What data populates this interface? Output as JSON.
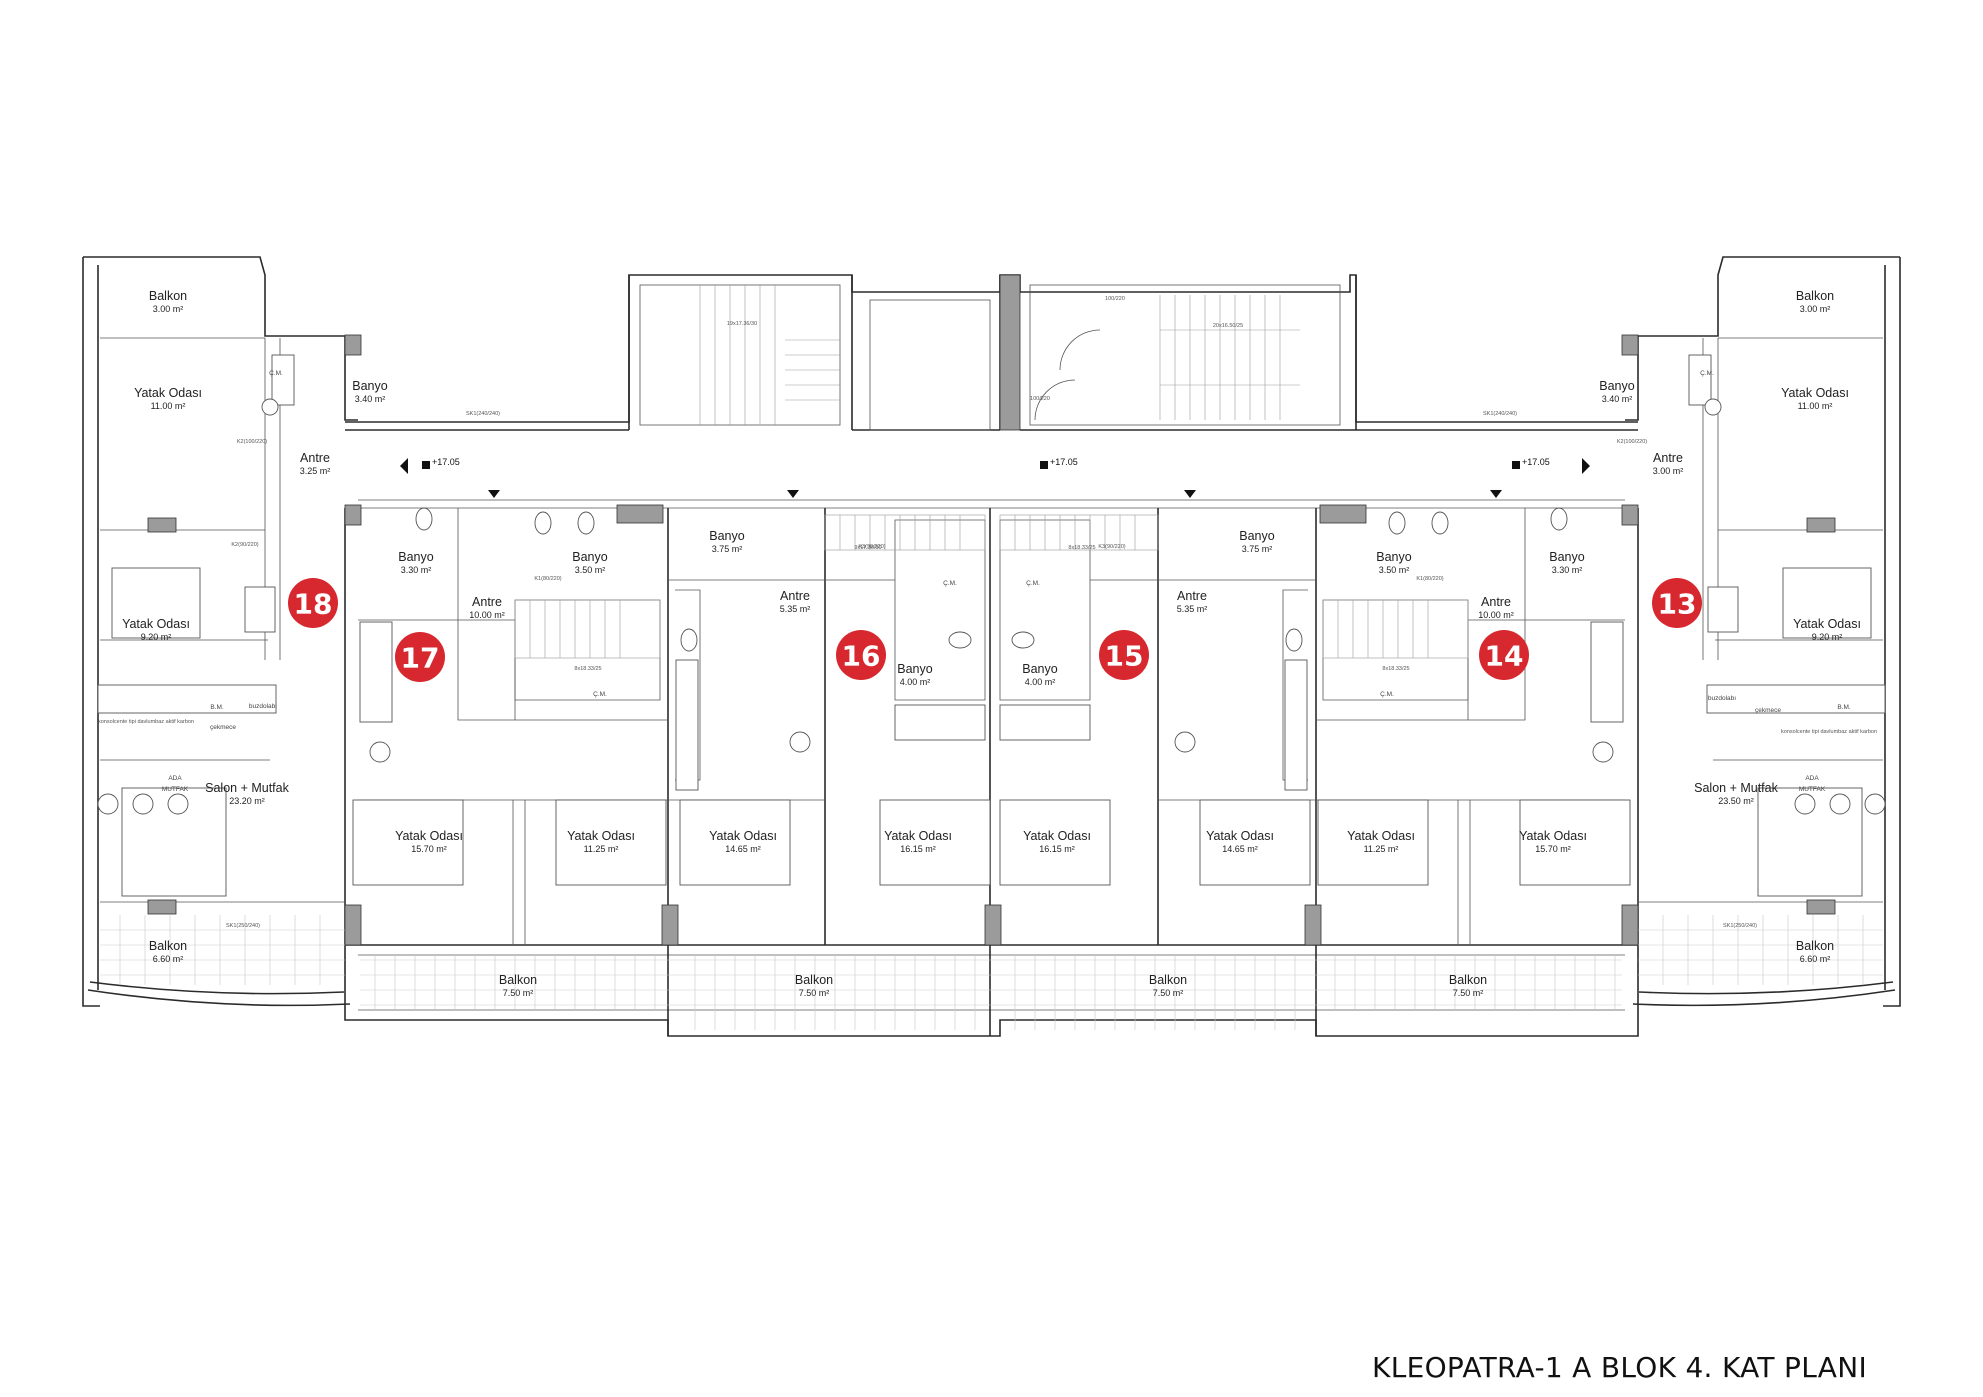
{
  "title": "KLEOPATRA-1 A BLOK 4. KAT PLANI",
  "elevation_mark": "+17.05",
  "colors": {
    "badge": "#d8282f",
    "wall": "#2b2b2b",
    "column": "#9b9b9b"
  },
  "units": [
    {
      "no": "18"
    },
    {
      "no": "17"
    },
    {
      "no": "16"
    },
    {
      "no": "15"
    },
    {
      "no": "14"
    },
    {
      "no": "13"
    }
  ],
  "rooms": [
    {
      "name": "Balkon",
      "area": "3.00 m²"
    },
    {
      "name": "Yatak Odası",
      "area": "11.00 m²"
    },
    {
      "name": "Banyo",
      "area": "3.40 m²"
    },
    {
      "name": "Antre",
      "area": "3.25 m²"
    },
    {
      "name": "Yatak Odası",
      "area": "9.20 m²"
    },
    {
      "name": "Salon + Mutfak",
      "area": "23.20 m²"
    },
    {
      "name": "Balkon",
      "area": "6.60 m²"
    },
    {
      "name": "Banyo",
      "area": "3.30 m²"
    },
    {
      "name": "Antre",
      "area": "10.00 m²"
    },
    {
      "name": "Banyo",
      "area": "3.50 m²"
    },
    {
      "name": "Yatak Odası",
      "area": "15.70 m²"
    },
    {
      "name": "Yatak Odası",
      "area": "11.25 m²"
    },
    {
      "name": "Balkon",
      "area": "7.50 m²"
    },
    {
      "name": "Banyo",
      "area": "3.75 m²"
    },
    {
      "name": "Antre",
      "area": "5.35 m²"
    },
    {
      "name": "Yatak Odası",
      "area": "14.65 m²"
    },
    {
      "name": "Balkon",
      "area": "7.50 m²"
    },
    {
      "name": "Banyo",
      "area": "4.00 m²"
    },
    {
      "name": "Yatak Odası",
      "area": "16.15 m²"
    },
    {
      "name": "Banyo",
      "area": "4.00 m²"
    },
    {
      "name": "Yatak Odası",
      "area": "16.15 m²"
    },
    {
      "name": "Balkon",
      "area": "7.50 m²"
    },
    {
      "name": "Antre",
      "area": "5.35 m²"
    },
    {
      "name": "Banyo",
      "area": "3.75 m²"
    },
    {
      "name": "Yatak Odası",
      "area": "14.65 m²"
    },
    {
      "name": "Banyo",
      "area": "3.50 m²"
    },
    {
      "name": "Antre",
      "area": "10.00 m²"
    },
    {
      "name": "Yatak Odası",
      "area": "11.25 m²"
    },
    {
      "name": "Balkon",
      "area": "7.50 m²"
    },
    {
      "name": "Banyo",
      "area": "3.30 m²"
    },
    {
      "name": "Yatak Odası",
      "area": "15.70 m²"
    },
    {
      "name": "Balkon",
      "area": "3.00 m²"
    },
    {
      "name": "Banyo",
      "area": "3.40 m²"
    },
    {
      "name": "Yatak Odası",
      "area": "11.00 m²"
    },
    {
      "name": "Antre",
      "area": "3.00 m²"
    },
    {
      "name": "Yatak Odası",
      "area": "9.20 m²"
    },
    {
      "name": "Salon + Mutfak",
      "area": "23.50 m²"
    },
    {
      "name": "Balkon",
      "area": "6.60 m²"
    }
  ],
  "fixtures": {
    "ada": "ADA",
    "mutfak": "MUTFAK",
    "buzdolabi": "buzdolabı",
    "cekmece": "çekmece",
    "bm": "B.M.",
    "cm": "Ç.M.",
    "davlumbaz": "konsolcente tipi davlumbaz aktif karbon"
  },
  "door_tags": [
    "SK1(240/240)",
    "K2(100/220)",
    "K1(80/220)",
    "K2(90/220)",
    "SK1(250/240)",
    "K3(90/220)",
    "100/220",
    "100/220",
    "P3(80/150)"
  ],
  "stair_tags": [
    "19x17.36/30",
    "20x16.50/25",
    "8x18.33/25",
    "8x18.33/25",
    "9x17.36/30",
    "8x18.33/25"
  ]
}
